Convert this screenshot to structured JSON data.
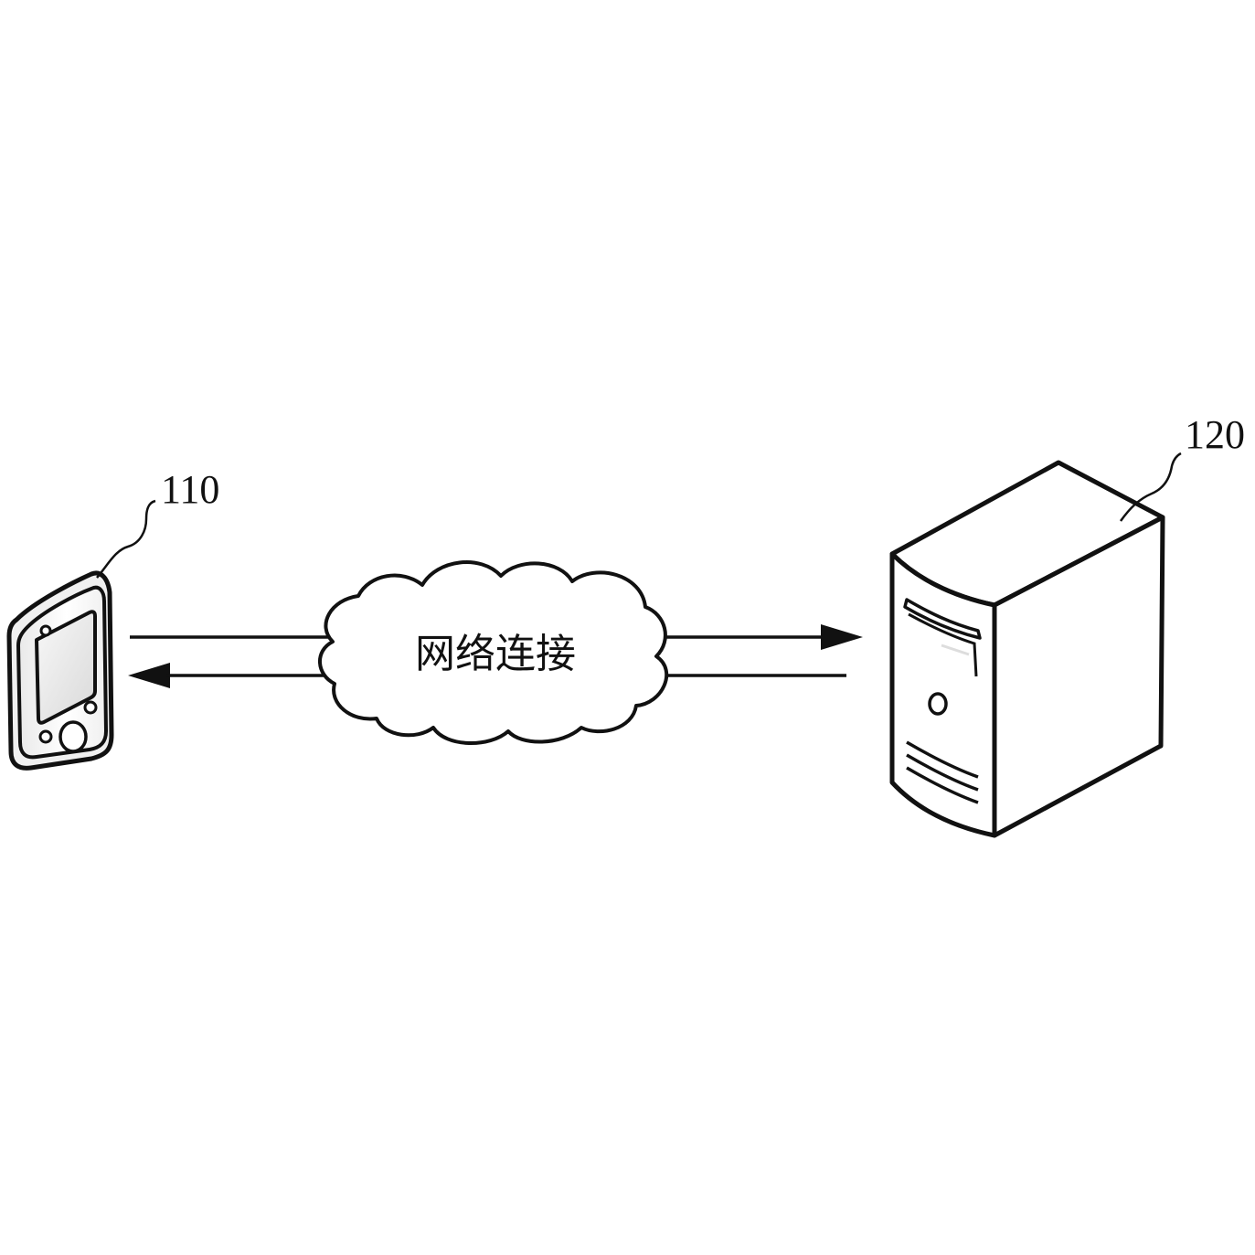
{
  "diagram": {
    "terminal": {
      "label": "110"
    },
    "server": {
      "label": "120"
    },
    "network": {
      "label": "网络连接"
    }
  },
  "colors": {
    "stroke": "#111111",
    "background": "#ffffff",
    "screen_fill": "#e6e6e6",
    "highlight": "#f4f4f4"
  },
  "icons": {
    "terminal": "mobile-terminal-icon",
    "server": "server-tower-icon",
    "network": "cloud-icon"
  }
}
